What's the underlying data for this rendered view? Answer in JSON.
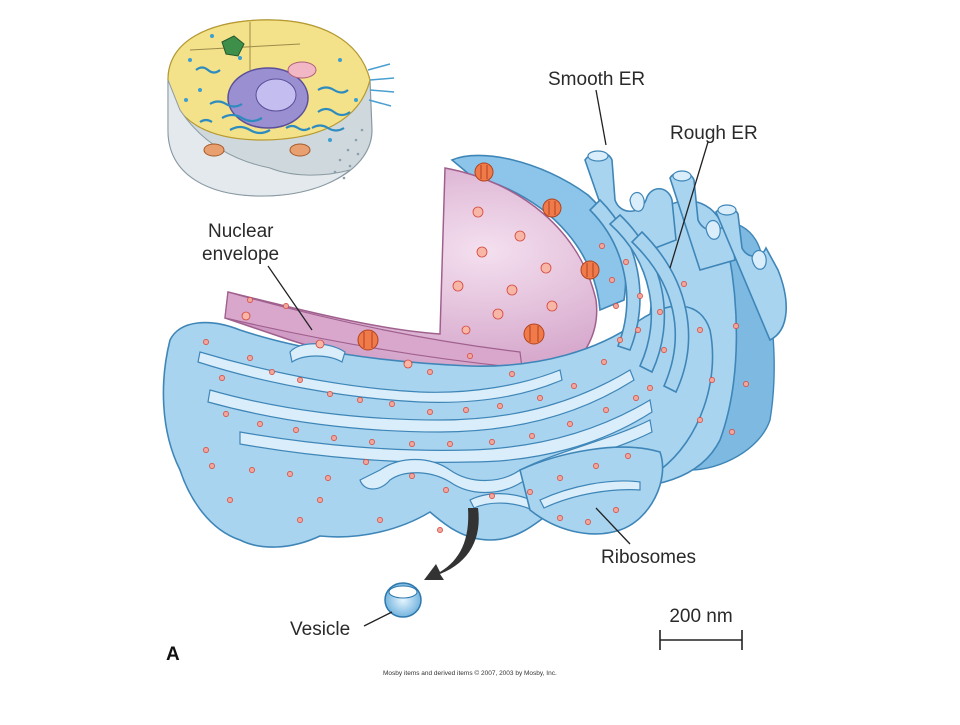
{
  "figure": {
    "panel_letter": "A",
    "labels": {
      "smooth_er": "Smooth ER",
      "rough_er": "Rough ER",
      "nuclear_envelope_line1": "Nuclear",
      "nuclear_envelope_line2": "envelope",
      "ribosomes": "Ribosomes",
      "vesicle": "Vesicle"
    },
    "scale_bar": {
      "label": "200 nm"
    },
    "credit": "Mosby items and derived items © 2007, 2003 by Mosby, Inc."
  },
  "colors": {
    "membrane": "#a9d4ef",
    "membrane_stroke": "#3f86b8",
    "nucleus": "#e2bcd9",
    "ribosome": "#f2a59a",
    "pore": "#f07a4a",
    "cell_cytoplasm": "#f3e28a"
  }
}
